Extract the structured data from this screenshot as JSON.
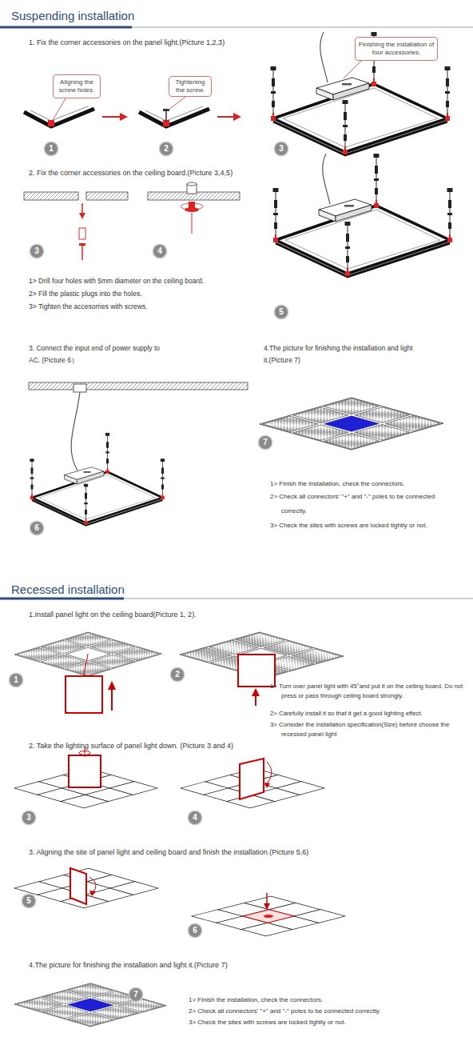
{
  "diagram": {
    "title": "Suspending installation",
    "nodes": [
      {
        "text": [
          "Aligning the screw holes."
        ]
      },
      {
        "text": [
          "Tightening the screw."
        ]
      },
      {
        "text": [
          "Finishing the installation of four accessories."
        ]
      }
    ],
    "labels": [
      "1. Fix the corner accessories on the panel light.(Picture 1,2,3)",
      "1",
      "2",
      "3",
      "2. Fix the corner accessories on the ceiling board.(Picture 3,4,5)",
      "3",
      "4",
      "5",
      "1> Drill four holes with 5mm diameter on the ceiling board.",
      "2> Fill the plastic plugs into the holes.",
      "3> Tighten the accesorries with screws.",
      "3. Connect the input end of power supply to AC. (Picture 6）",
      "4.The picture for finishing the installation and light it.(Picture 7)",
      "6",
      "7",
      "1> Finish the installation, check the connectors.",
      "2> Check all connectors' \"+\" and \"-\" poles to be connected correctly.",
      "3> Check the sites with screws are locked tightly or not.",
      "Recessed installation",
      "1.Install panel light on the ceiling board(Picture 1, 2).",
      "1",
      "2",
      "1> Turn over panel light with 45°and put it on the ceiling board. Do not press or pass through ceiling board strongly.",
      "2> Carefully install it so that it get a good lighting effect.",
      "3> Consider the installation specification(Size) before choose the recessed panel light",
      "2. Take the lighting surface of panel light down. (Picture 3 and 4)",
      "3",
      "4",
      "3. Aligning the site of panel light and ceiling board and finish the installation.(Picture 5,6)",
      "5",
      "6",
      "4.The picture for finishing the installation and light it.(Picture 7)",
      "7",
      "1> Finish the installation, check the connectors.",
      "2> Check all connectors' \"+\" and \"-\" poles to be connected correctly.",
      "3> Check the sites with screws are locked tightly or not."
    ]
  }
}
